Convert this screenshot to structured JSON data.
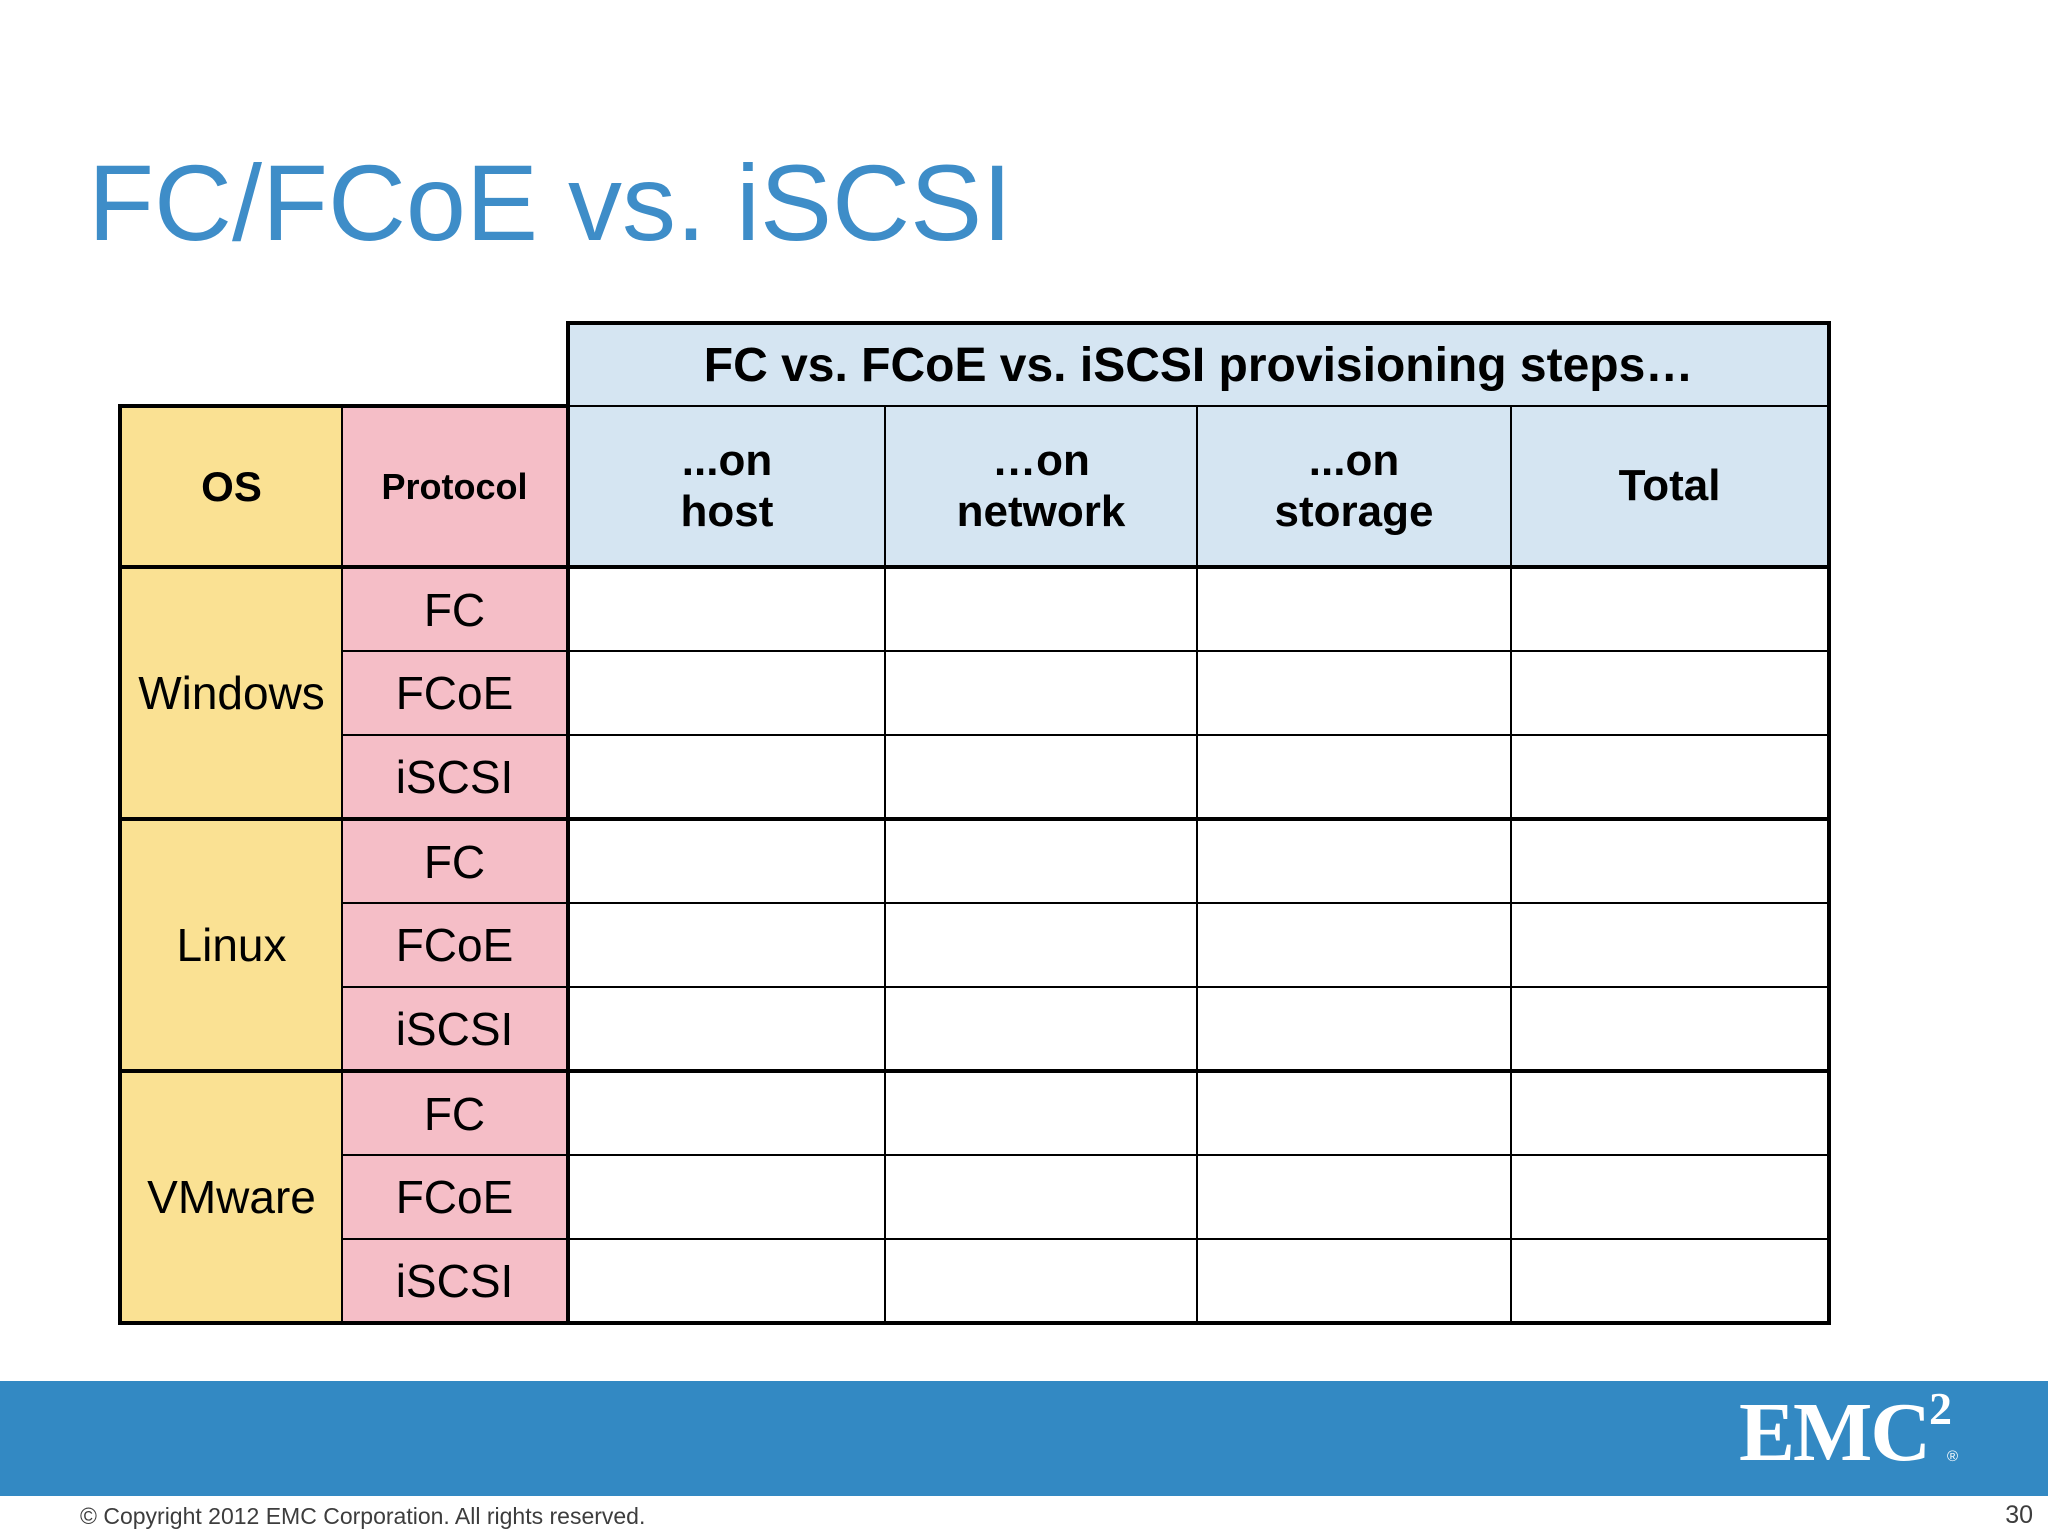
{
  "slide": {
    "title": "FC/FCoE vs. iSCSI",
    "copyright": "© Copyright 2012 EMC Corporation. All rights reserved.",
    "page_number": "30"
  },
  "logo": {
    "text": "EMC",
    "exponent": "2",
    "registered": "®"
  },
  "table": {
    "span_header": "FC vs. FCoE vs. iSCSI provisioning steps…",
    "col_headers": {
      "os": "OS",
      "protocol": "Protocol",
      "on_host": {
        "line1": "...on",
        "line2": "host"
      },
      "on_network": {
        "line1": "…on",
        "line2": "network"
      },
      "on_storage": {
        "line1": "...on",
        "line2": "storage"
      },
      "total": "Total"
    },
    "groups": [
      {
        "os": "Windows",
        "protocols": [
          "FC",
          "FCoE",
          "iSCSI"
        ]
      },
      {
        "os": "Linux",
        "protocols": [
          "FC",
          "FCoE",
          "iSCSI"
        ]
      },
      {
        "os": "VMware",
        "protocols": [
          "FC",
          "FCoE",
          "iSCSI"
        ]
      }
    ],
    "data_cells_empty": true
  },
  "colors": {
    "title_text": "#3E8DC8",
    "footer_bar": "#3389C3",
    "os_column_bg": "#FAE193",
    "protocol_column_bg": "#F5BEC7",
    "steps_header_bg": "#D5E5F2",
    "table_border": "#000000",
    "footer_text": "#3d3d3d"
  }
}
